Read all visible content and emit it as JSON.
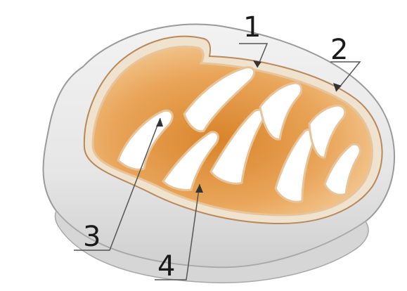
{
  "diagram": {
    "labels": {
      "one": "1",
      "two": "2",
      "three": "3",
      "four": "4"
    },
    "colors": {
      "outer_membrane": "#ececec",
      "outer_shadow": "#c8c8c8",
      "rim": "#d9b48a",
      "matrix_light": "#f4c78c",
      "matrix_dark": "#d9842a",
      "cavity": "#ffffff",
      "leader": "#555555"
    }
  }
}
